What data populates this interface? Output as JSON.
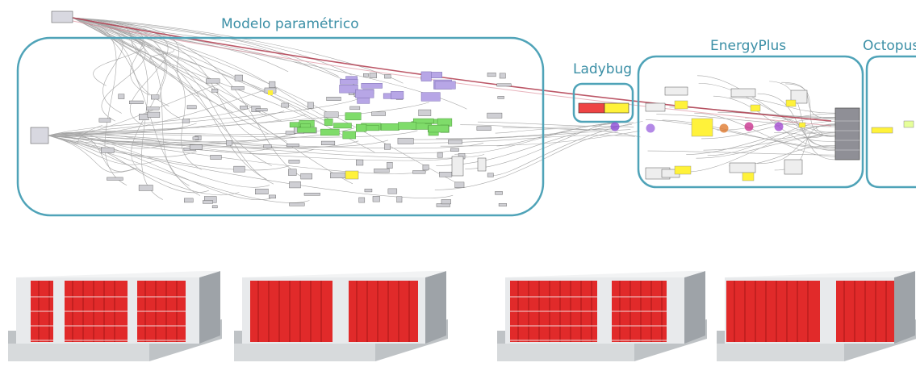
{
  "groups": {
    "modelo": "Modelo paramétrico",
    "ladybug": "Ladybug",
    "energyplus": "EnergyPlus",
    "octopus": "Octopus"
  },
  "colors": {
    "group_border": "#4fa3b8",
    "group_label": "#3b8fa6",
    "link_red": "#b03a4c",
    "node_purple": "#b7a6e6",
    "node_green": "#7fdc6a",
    "node_yellow": "#fff23a",
    "facade_red": "#e12a2a",
    "wall_gray": "#c9ccd1",
    "ground_gray": "#bfc3c6"
  },
  "renders": [
    {
      "id": "variant-1",
      "description_icon": "building-render-icon"
    },
    {
      "id": "variant-2",
      "description_icon": "building-render-icon"
    },
    {
      "id": "variant-3",
      "description_icon": "building-render-icon"
    },
    {
      "id": "variant-4",
      "description_icon": "building-render-icon"
    }
  ]
}
